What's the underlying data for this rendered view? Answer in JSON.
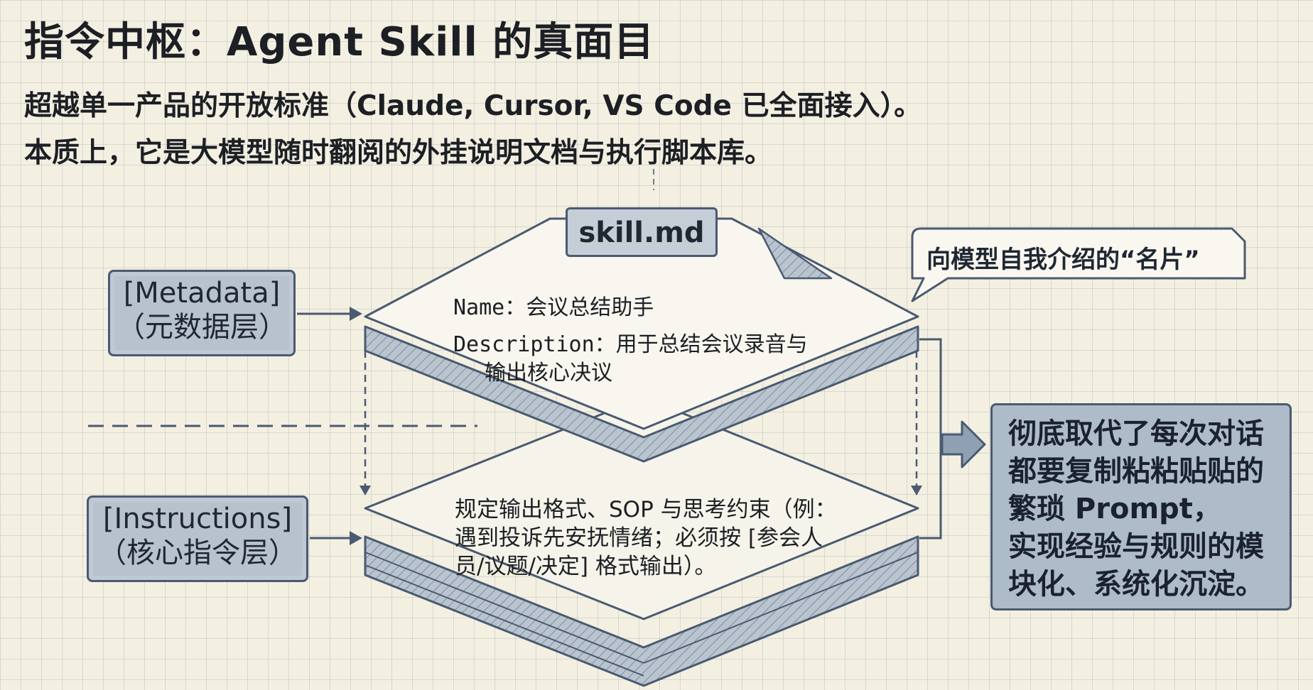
{
  "title": "指令中枢：Agent Skill 的真面目",
  "subtitle": {
    "line1": "超越单一产品的开放标准（Claude, Cursor, VS Code 已全面接入）。",
    "line2": "本质上，它是大模型随时翻阅的外挂说明文档与执行脚本库。"
  },
  "skill_file": "skill.md",
  "metadata_layer": {
    "tag_line1": "[Metadata]",
    "tag_line2": "（元数据层）",
    "name_line": "Name：会议总结助手",
    "description_line1": "Description：用于总结会议录音与",
    "description_line2": "输出核心决议"
  },
  "instructions_layer": {
    "tag_line1": "[Instructions]",
    "tag_line2": "（核心指令层）",
    "line1": "规定输出格式、SOP 与思考约束（例：",
    "line2": "遇到投诉先安抚情绪；必须按 [参会人",
    "line3": "员/议题/决定] 格式输出）。"
  },
  "callout": "向模型自我介绍的“名片”",
  "outcome": {
    "line1": "彻底取代了每次对话",
    "line2": "都要复制粘粘贴贴的",
    "line3": "繁琐 Prompt，",
    "line4": "实现经验与规则的模",
    "line5": "块化、系统化沉淀。"
  },
  "colors": {
    "ink": "#4a5a70",
    "tag_fill": "#b7c2cd",
    "paper": "#f3f0e2"
  }
}
